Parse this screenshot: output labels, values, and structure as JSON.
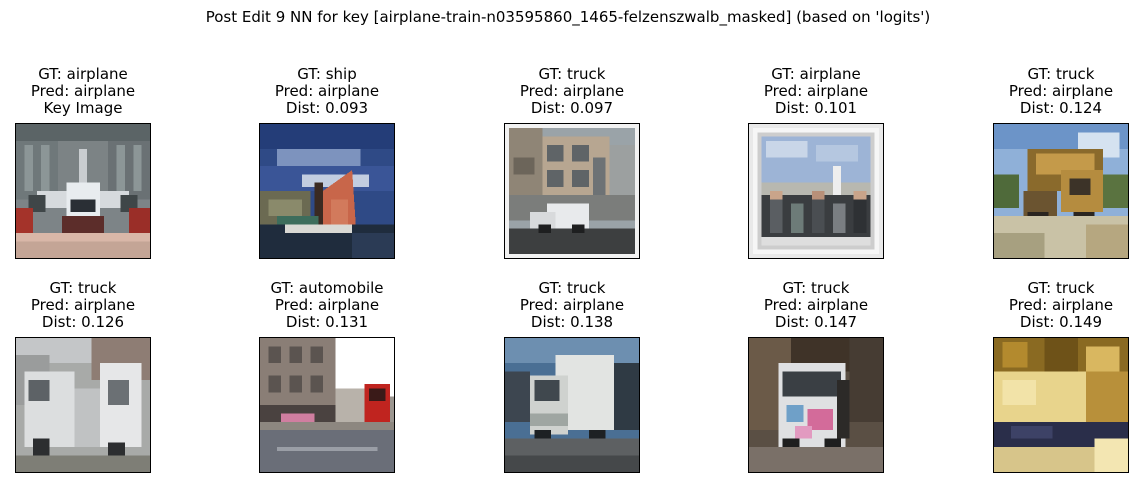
{
  "figure": {
    "title": "Post Edit 9 NN for key [airplane-train-n03595860_1465-felzenszwalb_masked] (based on 'logits')"
  },
  "panels": [
    {
      "gt": "GT: airplane",
      "pred": "Pred: airplane",
      "extra": "Key Image",
      "image": "airplane-terminal-thumbnail"
    },
    {
      "gt": "GT: ship",
      "pred": "Pred: airplane",
      "extra": "Dist: 0.093",
      "image": "sailboat-thumbnail"
    },
    {
      "gt": "GT: truck",
      "pred": "Pred: airplane",
      "extra": "Dist: 0.097",
      "image": "truck-building-thumbnail"
    },
    {
      "gt": "GT: airplane",
      "pred": "Pred: airplane",
      "extra": "Dist: 0.101",
      "image": "crowd-photo-thumbnail"
    },
    {
      "gt": "GT: truck",
      "pred": "Pred: airplane",
      "extra": "Dist: 0.124",
      "image": "dump-truck-thumbnail"
    },
    {
      "gt": "GT: truck",
      "pred": "Pred: airplane",
      "extra": "Dist: 0.126",
      "image": "white-trucks-thumbnail"
    },
    {
      "gt": "GT: automobile",
      "pred": "Pred: airplane",
      "extra": "Dist: 0.131",
      "image": "street-scene-thumbnail"
    },
    {
      "gt": "GT: truck",
      "pred": "Pred: airplane",
      "extra": "Dist: 0.138",
      "image": "box-truck-thumbnail"
    },
    {
      "gt": "GT: truck",
      "pred": "Pred: airplane",
      "extra": "Dist: 0.147",
      "image": "food-truck-thumbnail"
    },
    {
      "gt": "GT: truck",
      "pred": "Pred: airplane",
      "extra": "Dist: 0.149",
      "image": "yellow-vehicle-thumbnail"
    }
  ]
}
